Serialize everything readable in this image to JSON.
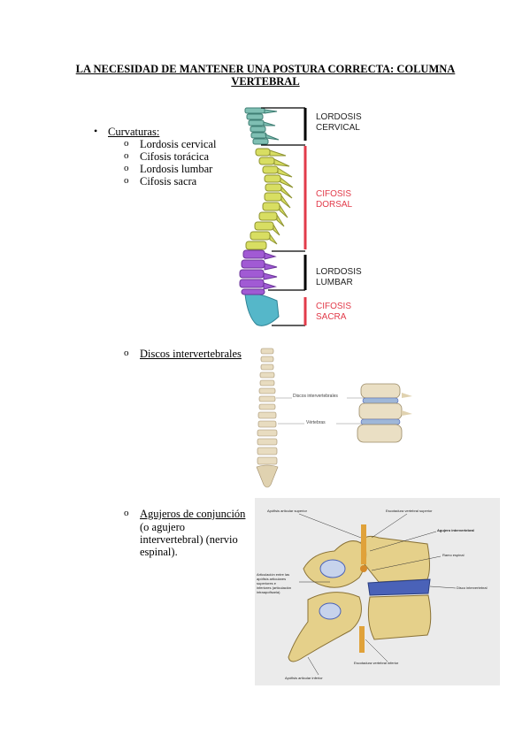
{
  "title_line1": "LA NECESIDAD DE MANTENER UNA POSTURA CORRECTA: COLUMNA",
  "title_line2": "VERTEBRAL",
  "curvaturas": {
    "heading": "Curvaturas:",
    "items": [
      "Lordosis cervical",
      "Cifosis torácica",
      "Lordosis lumbar",
      "Cifosis sacra"
    ]
  },
  "discos": {
    "label": "Discos intervertebrales"
  },
  "agujeros": {
    "label": "Agujeros de conjunción",
    "desc_line1": "(o agujero",
    "desc_line2": "intervertebral) (nervio",
    "desc_line3": "espinal)."
  },
  "fig1": {
    "labels": [
      {
        "l1": "LORDOSIS",
        "l2": "CERVICAL"
      },
      {
        "l1": "CIFOSIS",
        "l2": "DORSAL"
      },
      {
        "l1": "LORDOSIS",
        "l2": "LUMBAR"
      },
      {
        "l1": "CIFOSIS",
        "l2": "SACRA"
      }
    ]
  },
  "fig2": {
    "label_discos": "Discos intervertebrales",
    "label_vertebras": "Vértebras"
  },
  "fig3": {
    "label_sup_art": "Apófisis articular superior",
    "label_escotadura_sup": "Escotadura vertebral superior",
    "label_agujero": "Agujero intervertebral",
    "label_ramo": "Ramo espinal",
    "label_disco": "Disco intervertebral",
    "label_artic_l1": "Articulación entre las",
    "label_artic_l2": "apófisis articulares",
    "label_artic_l3": "superiores e",
    "label_artic_l4": "inferiores (articulación",
    "label_artic_l5": "intraapofisaria)",
    "label_escotadura_inf": "Escotadura vertebral inferior",
    "label_inf_art": "Apófisis articular inferior"
  },
  "colors": {
    "cervical": "#7fbfb3",
    "dorsal": "#d8de62",
    "lumbar": "#a15ad4",
    "sacral": "#55b7c9",
    "red_label": "#e23b4a",
    "bone": "#e5d08a",
    "disc": "#4a62b8"
  }
}
